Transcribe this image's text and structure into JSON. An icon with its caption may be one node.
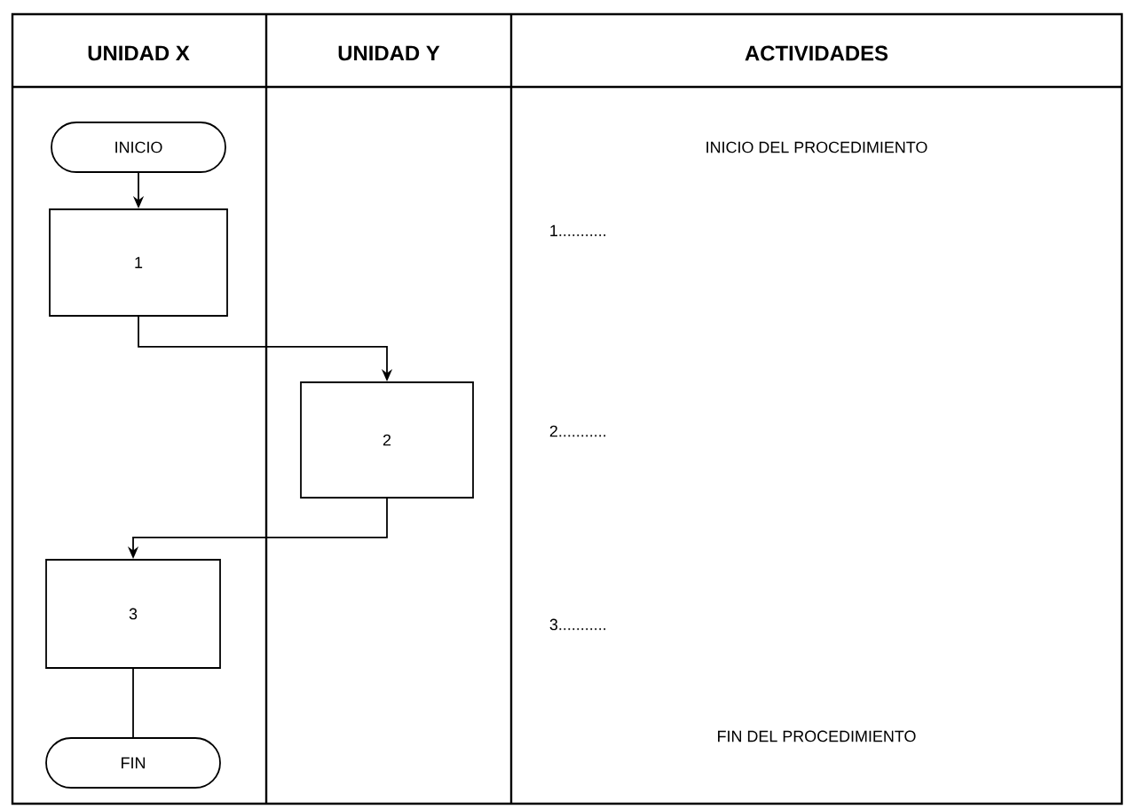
{
  "diagram": {
    "nodes": [
      {
        "text": [
          "INICIO"
        ]
      },
      {
        "text": [
          "1"
        ]
      },
      {
        "text": [
          "2"
        ]
      },
      {
        "text": [
          "3"
        ]
      },
      {
        "text": [
          "FIN"
        ]
      }
    ],
    "edges": [
      {
        "from": 0,
        "to": 1,
        "arrow": "to"
      },
      {
        "from": 1,
        "to": 2,
        "arrow": "to"
      },
      {
        "from": 2,
        "to": 3,
        "arrow": "to"
      },
      {
        "from": 3,
        "to": 4,
        "arrow": "none"
      }
    ],
    "labels": [
      "UNIDAD X",
      "UNIDAD Y",
      "ACTIVIDADES",
      "INICIO DEL PROCEDIMIENTO",
      "1...........",
      "2...........",
      "3...........",
      "FIN DEL PROCEDIMIENTO"
    ]
  }
}
